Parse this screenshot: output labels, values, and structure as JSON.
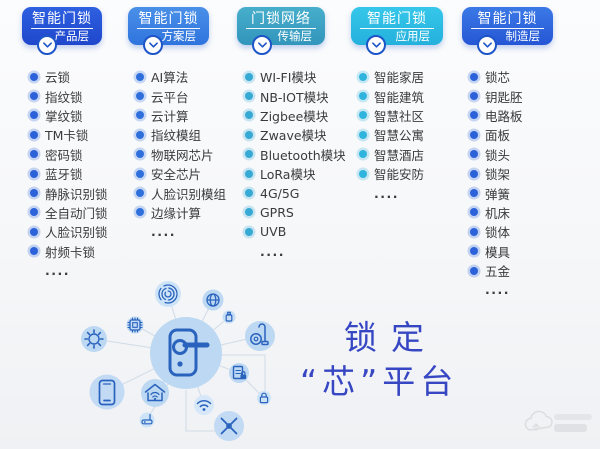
{
  "headline": {
    "line1": "锁定",
    "line2": "“芯”平台",
    "color": "#3747c3"
  },
  "columns": [
    {
      "title_line1": "智能门锁",
      "title_line2": "产品层",
      "header_color_top": "#2e60e0",
      "header_color_bottom": "#1f47cc",
      "accent": "#2b62d9",
      "items": [
        "云锁",
        "指纹锁",
        "掌纹锁",
        "TM卡锁",
        "密码锁",
        "蓝牙锁",
        "静脉识别锁",
        "全自动门锁",
        "人脸识别锁",
        "射频卡锁"
      ],
      "more": "...."
    },
    {
      "title_line1": "智能门锁",
      "title_line2": "方案层",
      "header_color_top": "#4a90e8",
      "header_color_bottom": "#2f74de",
      "accent": "#2f6fdb",
      "items": [
        "AI算法",
        "云平台",
        "云计算",
        "指纹模组",
        "物联网芯片",
        "安全芯片",
        "人脸识别模组",
        "边缘计算"
      ],
      "more": "...."
    },
    {
      "title_line1": "门锁网络",
      "title_line2": "传输层",
      "header_color_top": "#47aecb",
      "header_color_bottom": "#3295bc",
      "accent": "#36a9d4",
      "items": [
        "WI-FI模块",
        "NB-IOT模块",
        "Zigbee模块",
        "Zwave模块",
        "Bluetooth模块",
        "LoRa模块",
        "4G/5G",
        "GPRS",
        "UVB"
      ],
      "more": "...."
    },
    {
      "title_line1": "智能门锁",
      "title_line2": "应用层",
      "header_color_top": "#36c7ea",
      "header_color_bottom": "#24b0dc",
      "accent": "#2fb5dd",
      "items": [
        "智能家居",
        "智能建筑",
        "智慧社区",
        "智慧公寓",
        "智慧酒店",
        "智能安防"
      ],
      "more": "...."
    },
    {
      "title_line1": "智能门锁",
      "title_line2": "制造层",
      "header_color_top": "#3b79e6",
      "header_color_bottom": "#2556d5",
      "accent": "#2b62d9",
      "items": [
        "锁芯",
        "钥匙胚",
        "电路板",
        "面板",
        "锁头",
        "锁架",
        "弹簧",
        "机床",
        "锁体",
        "模具",
        "五金"
      ],
      "more": "...."
    }
  ],
  "graphic": {
    "center_icon": "door-lock-icon",
    "satellite_icons": [
      "fingerprint-icon",
      "globe-icon",
      "bottle-icon",
      "vacuum-cleaner-icon",
      "chip-icon",
      "gear-icon",
      "smartphone-icon",
      "smart-home-icon",
      "router-icon",
      "wifi-icon",
      "pliers-icon",
      "clipboard-lock-icon",
      "padlock-icon"
    ],
    "icon_stroke": "#2a63bd",
    "connector_color": "#d3dde8"
  }
}
